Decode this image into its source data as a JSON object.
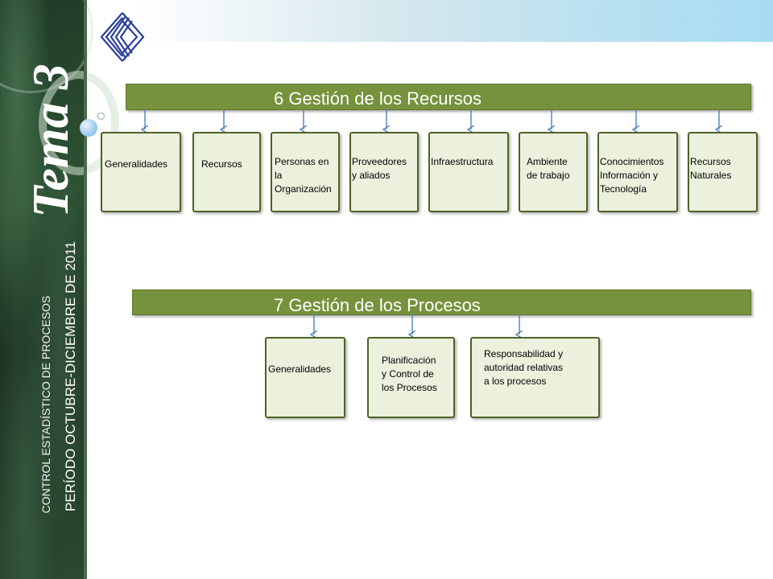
{
  "sidebar": {
    "title": "Tema 3",
    "period": "PERÍODO OCTUBRE-DICIEMBRE DE 2011",
    "course": "CONTROL ESTADÍSTICO DE PROCESOS"
  },
  "section_resources": {
    "title": "6 Gestión de los Recursos",
    "items": [
      "Generalidades",
      "Recursos",
      "Personas en\nla\nOrganización",
      "Proveedores\ny aliados",
      "Infraestructura",
      "Ambiente\nde trabajo",
      "Conocimientos\nInformación y\nTecnología",
      "Recursos\nNaturales"
    ]
  },
  "section_processes": {
    "title": "7 Gestión de los Procesos",
    "items": [
      "Generalidades",
      "Planificación\ny Control de\nlos Procesos",
      "Responsabilidad y\nautoridad relativas\na los procesos"
    ]
  },
  "colors": {
    "banner": "#76923c",
    "box_fill": "#ebf1dd",
    "box_border": "#4f6228",
    "arrow": "#4f81bd"
  }
}
